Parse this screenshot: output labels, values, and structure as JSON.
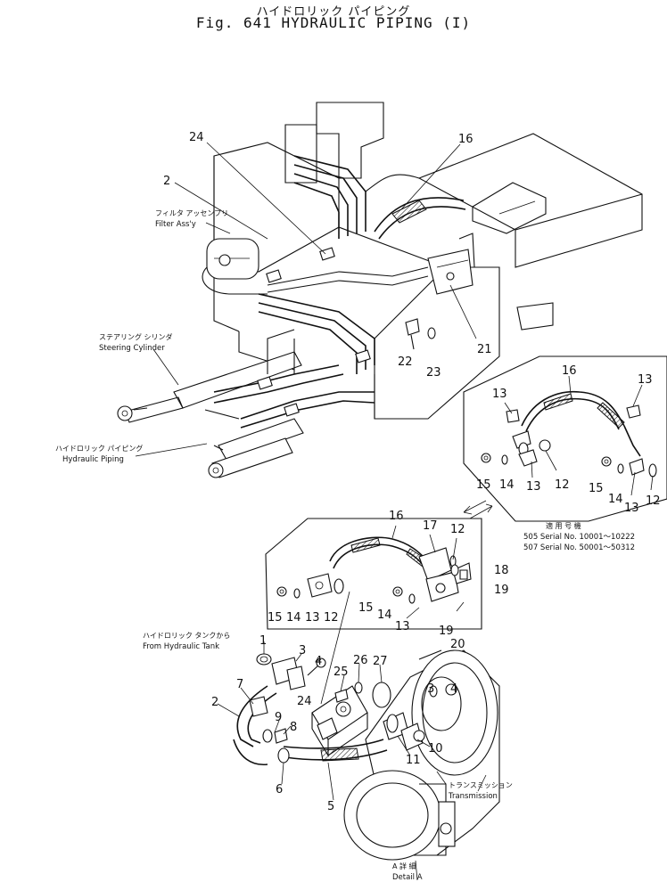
{
  "header": {
    "title_jp": "ハイドロリック パイピング",
    "title_en": "Fig. 641  HYDRAULIC  PIPING  (I)"
  },
  "labels": {
    "filter_jp": "フィルタ アッセンブリ",
    "filter_en": "Filter Ass'y",
    "steering_jp": "ステアリング シリンダ",
    "steering_en": "Steering Cylinder",
    "piping_jp": "ハイドロリック パイピング",
    "piping_en": "Hydraulic Piping",
    "tank_jp": "ハイドロリック タンクから",
    "tank_en": "From Hydraulic Tank",
    "trans_jp": "トランスミッション",
    "trans_en": "Transmission",
    "detail_jp": "A  詳  細",
    "detail_en": "Detail A",
    "serial_head": "適 用 号 機",
    "serial_1": "505  Serial No. 10001～10222",
    "serial_2": "507  Serial No. 50001～50312"
  },
  "callouts": {
    "main": [
      "24",
      "16",
      "2",
      "22",
      "23",
      "21"
    ],
    "inset_right": [
      "16",
      "13",
      "13",
      "15",
      "14",
      "13",
      "12",
      "15",
      "14",
      "13",
      "12"
    ],
    "inset_mid": [
      "16",
      "17",
      "12",
      "18",
      "19",
      "15",
      "14",
      "13",
      "12",
      "15",
      "14",
      "13",
      "19",
      "20"
    ],
    "detail": [
      "1",
      "3",
      "4",
      "7",
      "2",
      "25",
      "26",
      "27",
      "24",
      "9",
      "8",
      "6",
      "5",
      "3",
      "4",
      "10",
      "11"
    ]
  }
}
